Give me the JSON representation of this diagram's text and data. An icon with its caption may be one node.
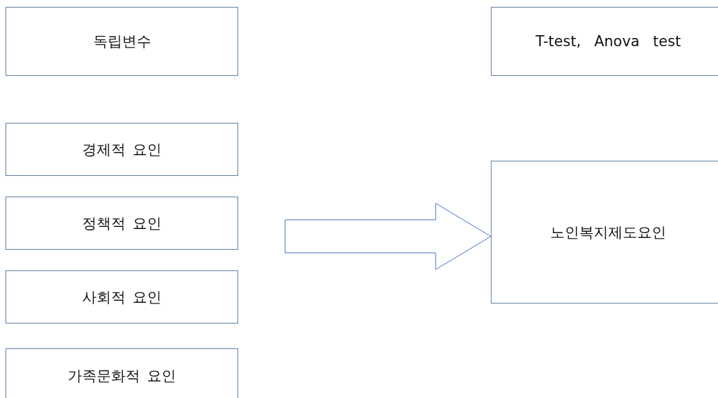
{
  "diagram": {
    "nodes": [
      {
        "text": [
          "독립변수"
        ]
      },
      {
        "text": [
          "T-test,  Anova  test"
        ]
      },
      {
        "text": [
          "경제적 요인"
        ]
      },
      {
        "text": [
          "정책적 요인"
        ]
      },
      {
        "text": [
          "사회적 요인"
        ]
      },
      {
        "text": [
          "가족문화적 요인"
        ]
      },
      {
        "text": [
          "노인복지제도요인"
        ]
      }
    ],
    "edges": [
      {
        "from": null,
        "to": 6,
        "arrow": "to"
      }
    ]
  }
}
